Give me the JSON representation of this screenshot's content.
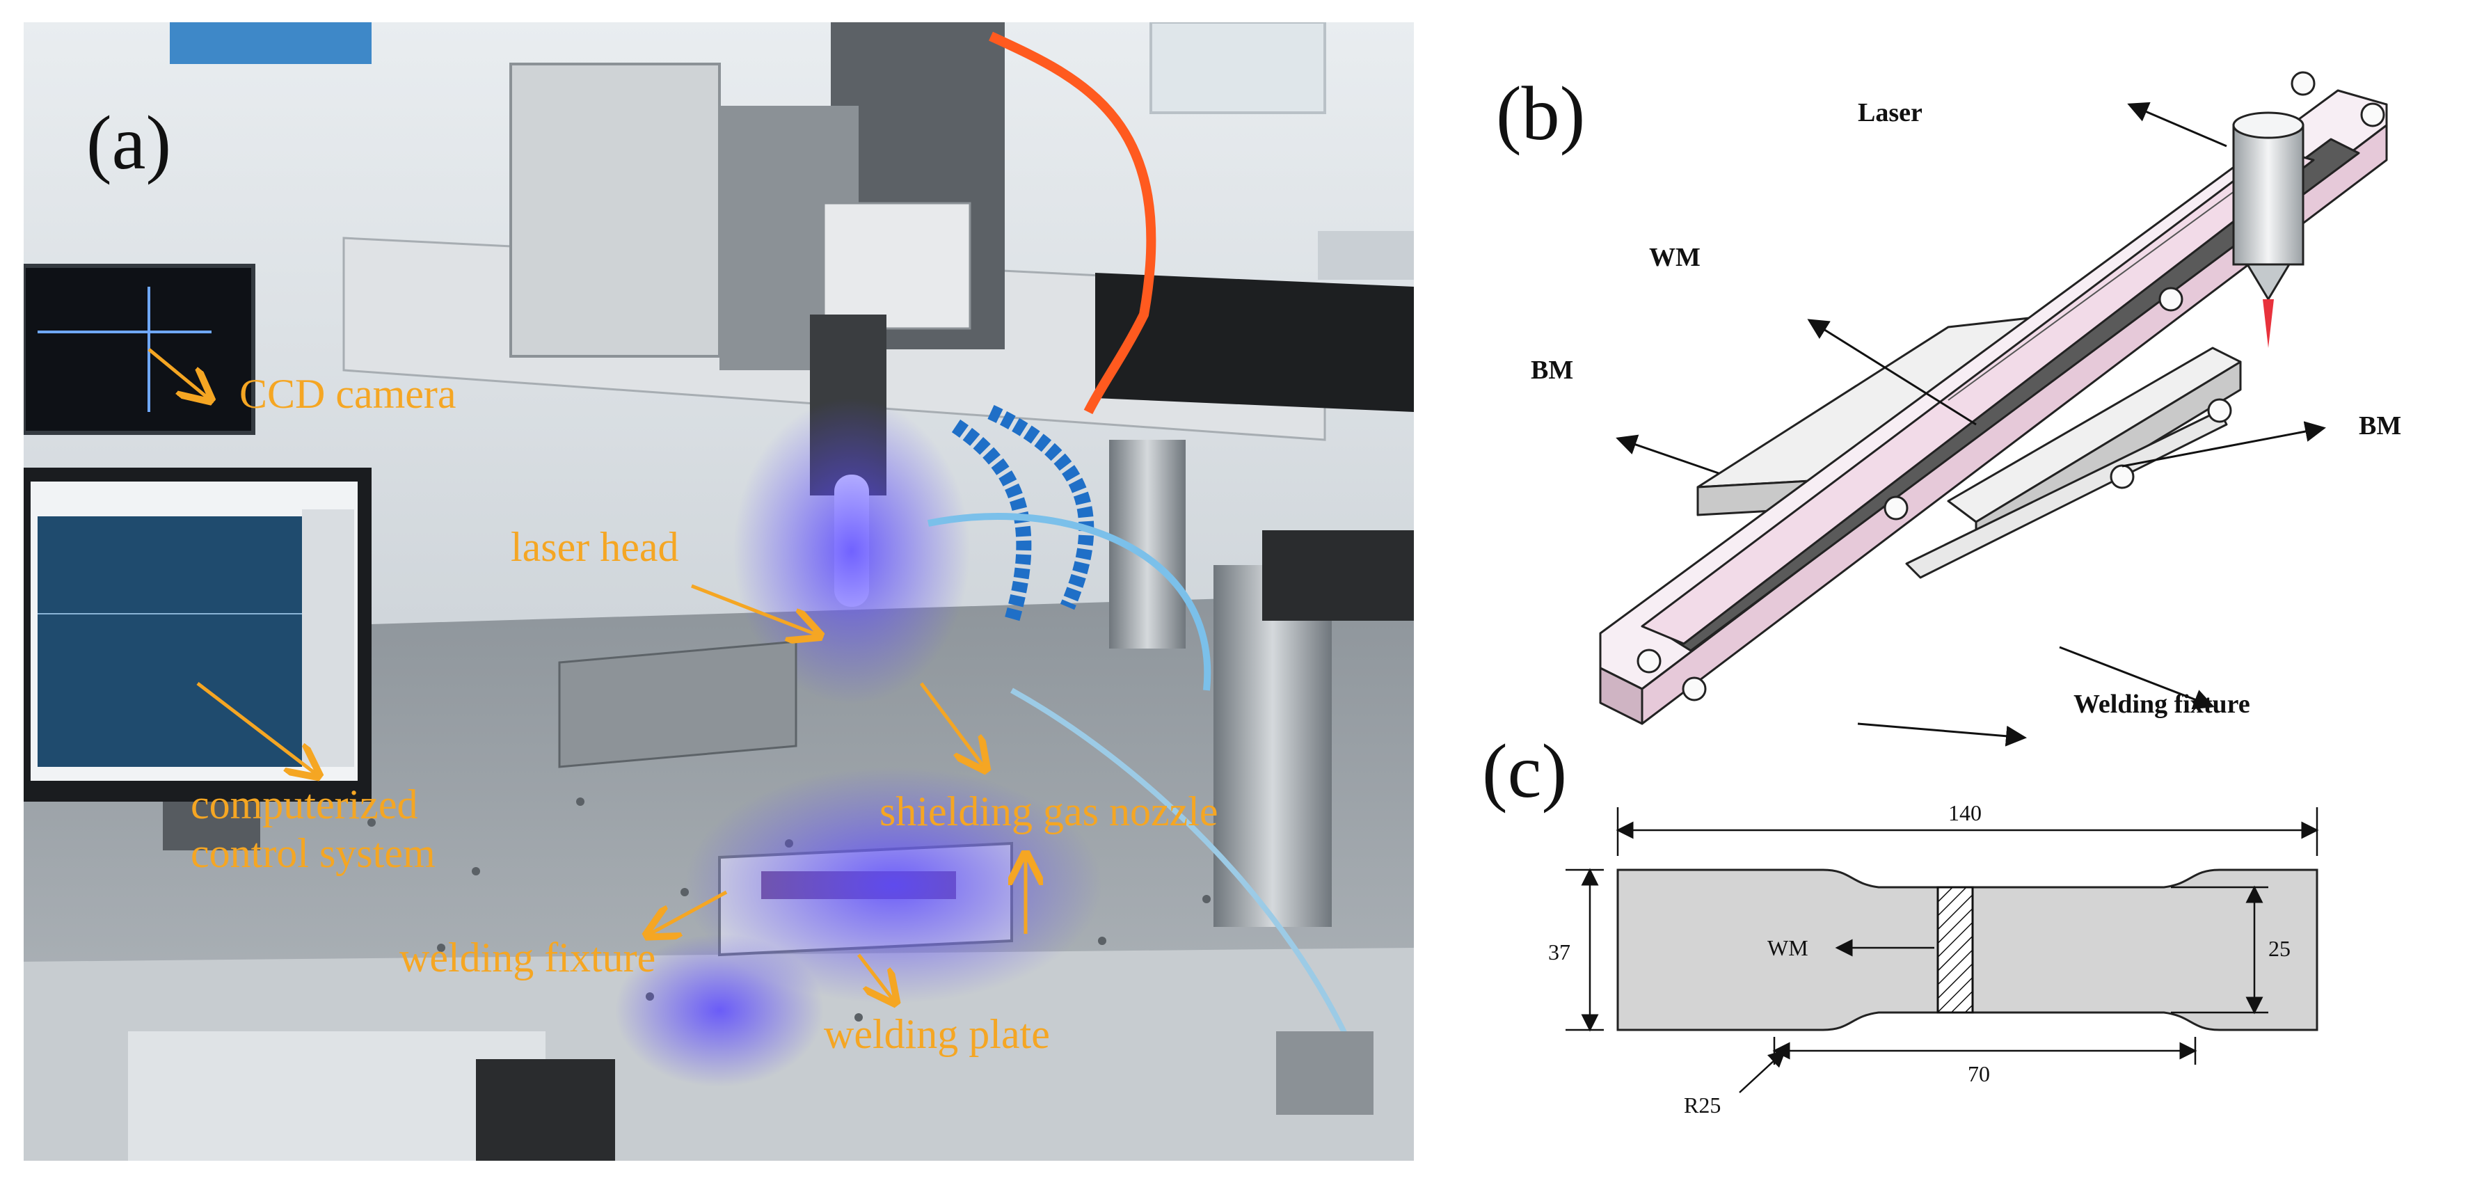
{
  "panel_a": {
    "label": "(a)",
    "callouts": {
      "ccd_camera": "CCD camera",
      "laser_head": "laser head",
      "computerized_control_line1": "computerized",
      "computerized_control_line2": "control system",
      "shielding_gas_nozzle": "shielding gas nozzle",
      "welding_fixture": "welding fixture",
      "welding_plate": "welding plate"
    }
  },
  "panel_b": {
    "label": "(b)",
    "labels": {
      "laser": "Laser",
      "wm": "WM",
      "bm_left": "BM",
      "bm_right": "BM",
      "welding_fixture": "Welding fixture"
    }
  },
  "panel_c": {
    "label": "(c)",
    "dimensions": {
      "length": "140",
      "width": "37",
      "gauge_width": "25",
      "gauge_length": "70",
      "radius": "R25"
    },
    "labels": {
      "wm": "WM"
    }
  },
  "colors": {
    "callout": "#f5a623",
    "weld_bead": "#f2dbe8",
    "laser_beam": "#e8323c"
  }
}
